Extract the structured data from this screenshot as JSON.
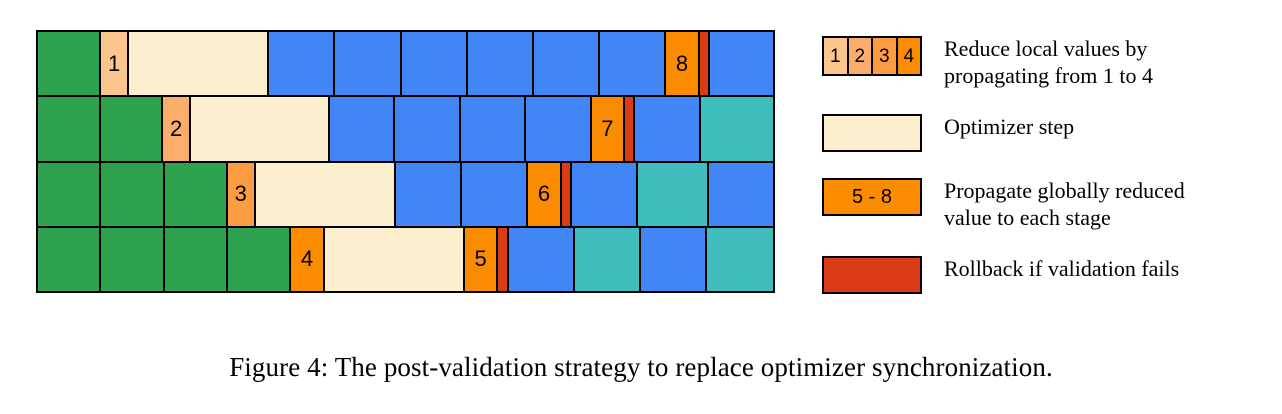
{
  "figure": {
    "caption": "Figure 4: The post-validation strategy to replace optimizer synchronization.",
    "colors": {
      "forward_green": "#2FA24F",
      "backward_blue": "#4285F4",
      "idle_teal": "#40BEBE",
      "optimizer_cream": "#FCEFCD",
      "reduce_1": "#FBC58E",
      "reduce_2": "#FBAD6B",
      "reduce_3": "#FB9B42",
      "reduce_4": "#FB8B00",
      "propagate_orange": "#FB8B00",
      "rollback_red": "#D93B14",
      "border_black": "#000000"
    },
    "grid": {
      "rows": [
        {
          "name": "stage-1",
          "cells": [
            {
              "kind": "forward",
              "label": "",
              "span": 8.6
            },
            {
              "kind": "reduce-1",
              "label": "1",
              "span": 3.6
            },
            {
              "kind": "optimizer",
              "label": "",
              "span": 19.4
            },
            {
              "kind": "backward",
              "label": "",
              "span": 9.0
            },
            {
              "kind": "backward",
              "label": "",
              "span": 9.0
            },
            {
              "kind": "backward",
              "label": "",
              "span": 9.0
            },
            {
              "kind": "backward",
              "label": "",
              "span": 9.0
            },
            {
              "kind": "backward",
              "label": "",
              "span": 9.0
            },
            {
              "kind": "backward",
              "label": "",
              "span": 9.0
            },
            {
              "kind": "propagate",
              "label": "8",
              "span": 4.4
            },
            {
              "kind": "rollback",
              "label": "",
              "span": 1.2
            },
            {
              "kind": "backward",
              "label": "",
              "span": 8.8
            }
          ]
        },
        {
          "name": "stage-2",
          "cells": [
            {
              "kind": "forward",
              "label": "",
              "span": 8.6
            },
            {
              "kind": "forward",
              "label": "",
              "span": 8.6
            },
            {
              "kind": "reduce-2",
              "label": "2",
              "span": 3.6
            },
            {
              "kind": "optimizer",
              "label": "",
              "span": 19.4
            },
            {
              "kind": "backward",
              "label": "",
              "span": 9.0
            },
            {
              "kind": "backward",
              "label": "",
              "span": 9.0
            },
            {
              "kind": "backward",
              "label": "",
              "span": 9.0
            },
            {
              "kind": "backward",
              "label": "",
              "span": 9.0
            },
            {
              "kind": "propagate",
              "label": "7",
              "span": 4.4
            },
            {
              "kind": "rollback",
              "label": "",
              "span": 1.2
            },
            {
              "kind": "backward",
              "label": "",
              "span": 9.0
            },
            {
              "kind": "idle",
              "label": "",
              "span": 10.2
            }
          ]
        },
        {
          "name": "stage-3",
          "cells": [
            {
              "kind": "forward",
              "label": "",
              "span": 8.6
            },
            {
              "kind": "forward",
              "label": "",
              "span": 8.6
            },
            {
              "kind": "forward",
              "label": "",
              "span": 8.6
            },
            {
              "kind": "reduce-3",
              "label": "3",
              "span": 3.6
            },
            {
              "kind": "optimizer",
              "label": "",
              "span": 19.4
            },
            {
              "kind": "backward",
              "label": "",
              "span": 9.0
            },
            {
              "kind": "backward",
              "label": "",
              "span": 9.0
            },
            {
              "kind": "propagate",
              "label": "6",
              "span": 4.4
            },
            {
              "kind": "rollback",
              "label": "",
              "span": 1.2
            },
            {
              "kind": "backward",
              "label": "",
              "span": 9.0
            },
            {
              "kind": "idle",
              "label": "",
              "span": 9.6
            },
            {
              "kind": "backward",
              "label": "",
              "span": 9.0
            }
          ]
        },
        {
          "name": "stage-4",
          "cells": [
            {
              "kind": "forward",
              "label": "",
              "span": 8.6
            },
            {
              "kind": "forward",
              "label": "",
              "span": 8.6
            },
            {
              "kind": "forward",
              "label": "",
              "span": 8.6
            },
            {
              "kind": "forward",
              "label": "",
              "span": 8.6
            },
            {
              "kind": "reduce-4",
              "label": "4",
              "span": 4.4
            },
            {
              "kind": "optimizer",
              "label": "",
              "span": 19.4
            },
            {
              "kind": "propagate",
              "label": "5",
              "span": 4.4
            },
            {
              "kind": "rollback",
              "label": "",
              "span": 1.2
            },
            {
              "kind": "backward",
              "label": "",
              "span": 9.0
            },
            {
              "kind": "idle",
              "label": "",
              "span": 9.0
            },
            {
              "kind": "backward",
              "label": "",
              "span": 9.0
            },
            {
              "kind": "idle",
              "label": "",
              "span": 9.2
            }
          ]
        }
      ]
    },
    "legend": {
      "items": [
        {
          "name": "reduce-local",
          "swatch_type": "segmented",
          "segments": [
            {
              "label": "1",
              "kind": "reduce-1"
            },
            {
              "label": "2",
              "kind": "reduce-2"
            },
            {
              "label": "3",
              "kind": "reduce-3"
            },
            {
              "label": "4",
              "kind": "reduce-4"
            }
          ],
          "label": "Reduce local values by\npropagating from 1 to 4"
        },
        {
          "name": "optimizer-step",
          "swatch_type": "solid",
          "swatch_label": "",
          "kind": "optimizer",
          "label": "Optimizer step"
        },
        {
          "name": "propagate-global",
          "swatch_type": "solid",
          "swatch_label": "5 - 8",
          "kind": "propagate",
          "label": "Propagate globally reduced\nvalue to each stage"
        },
        {
          "name": "rollback",
          "swatch_type": "solid",
          "swatch_label": "",
          "kind": "rollback",
          "label": "Rollback if validation fails"
        }
      ]
    }
  }
}
